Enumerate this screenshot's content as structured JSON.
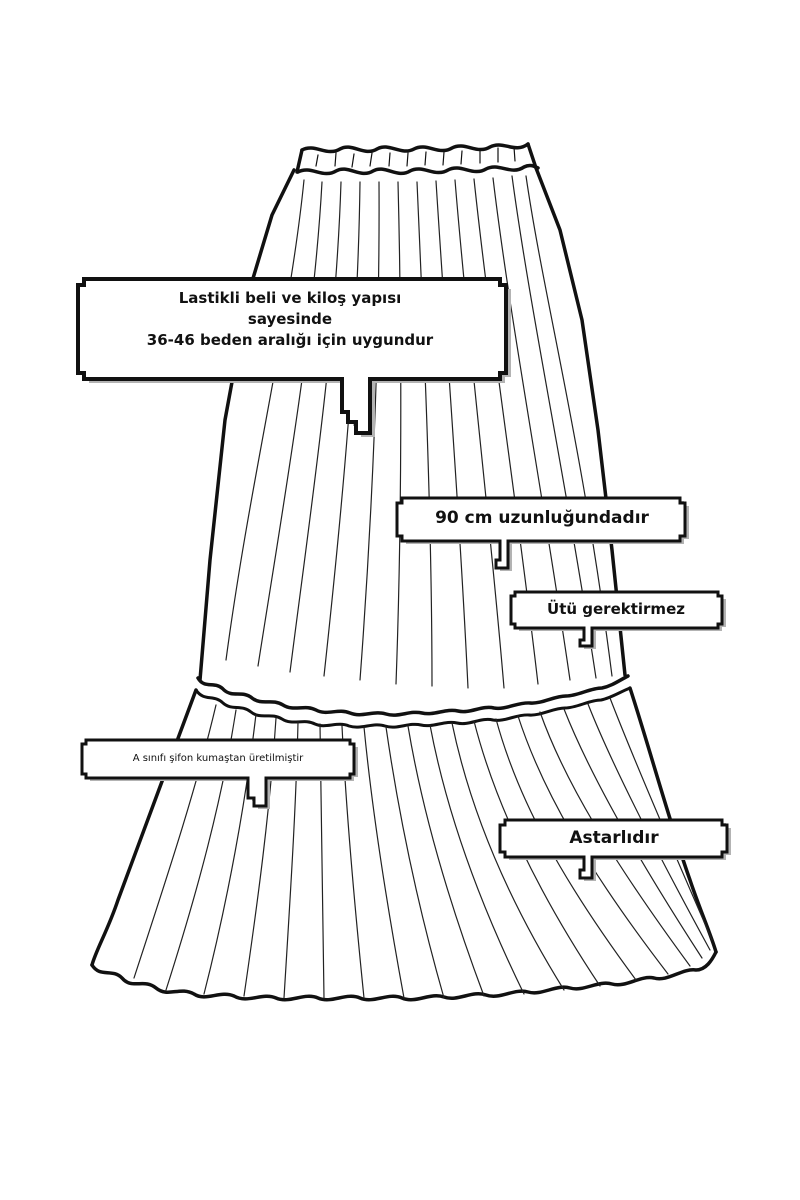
{
  "callouts": {
    "waist_fit": {
      "line1": "Lastikli beli ve kiloş yapısı",
      "line2": "sayesinde",
      "line3": "36-46 beden aralığı için uygundur"
    },
    "length": "90 cm uzunluğundadır",
    "ironing": "Ütü gerektirmez",
    "fabric": "A sınıfı şifon kumaştan üretilmiştir",
    "lining": "Astarlıdır"
  },
  "colors": {
    "outline": "#111111",
    "shadow": "#b3b3b3",
    "background": "#ffffff"
  }
}
